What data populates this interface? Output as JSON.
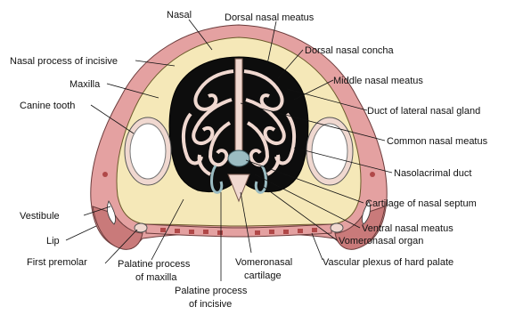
{
  "labels": {
    "nasal": "Nasal",
    "dorsal_nasal_meatus": "Dorsal nasal meatus",
    "dorsal_nasal_concha": "Dorsal nasal concha",
    "nasal_process_of_incisive": "Nasal process of incisive",
    "middle_nasal_meatus": "Middle nasal meatus",
    "maxilla": "Maxilla",
    "duct_of_lateral_nasal_gland": "Duct of lateral nasal gland",
    "canine_tooth": "Canine tooth",
    "common_nasal_meatus": "Common nasal meatus",
    "nasolacrimal_duct": "Nasolacrimal duct",
    "cartilage_of_nasal_septum": "Cartilage of nasal septum",
    "vestibule": "Vestibule",
    "ventral_nasal_meatus": "Ventral nasal meatus",
    "lip": "Lip",
    "vomeronasal_organ": "Vomeronasal organ",
    "first_premolar": "First premolar",
    "vascular_plexus_of_hard_palate": "Vascular plexus of hard palate",
    "palatine_process_of_maxilla_line1": "Palatine process",
    "palatine_process_of_maxilla_line2": "of maxilla",
    "vomeronasal_cartilage_line1": "Vomeronasal",
    "vomeronasal_cartilage_line2": "cartilage",
    "palatine_process_of_incisive_line1": "Palatine process",
    "palatine_process_of_incisive_line2": "of incisive"
  },
  "colors": {
    "soft_tissue": "#e4a1a1",
    "soft_tissue_dark": "#c97a7a",
    "bone": "#f5e8b8",
    "cavity": "#0d0d0d",
    "mucosa": "#f0d8d0",
    "tooth": "#ffffff",
    "septum_cartilage": "#9bbcc2",
    "vessel": "#b04848"
  }
}
